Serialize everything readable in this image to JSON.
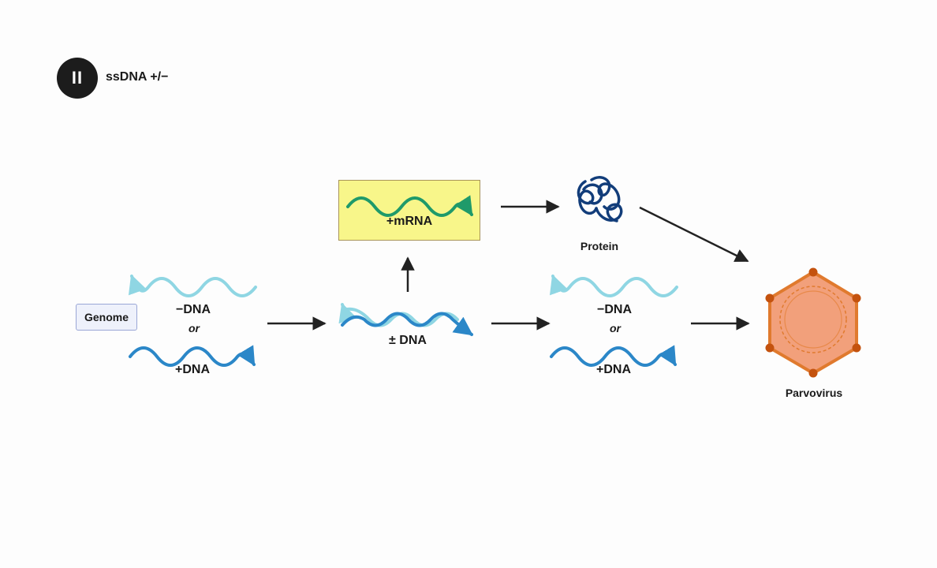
{
  "header": {
    "badge": "II",
    "title": "ssDNA +/−"
  },
  "genome_button": "Genome",
  "labels": {
    "minus_dna": "−DNA",
    "or": "or",
    "plus_dna": "+DNA",
    "pm_dna": "± DNA",
    "mrna": "+mRNA",
    "protein": "Protein",
    "parvovirus": "Parvovirus"
  },
  "colors": {
    "light_strand": "#8fd6e3",
    "dark_strand": "#2b87c8",
    "mrna_strand": "#1f9a6a",
    "mrna_box": "#f8f68a",
    "protein": "#123d7a",
    "capsid_fill": "#f2a07b",
    "capsid_edge": "#e07a2e",
    "vertex": "#c4520e",
    "arrow": "#222222"
  }
}
